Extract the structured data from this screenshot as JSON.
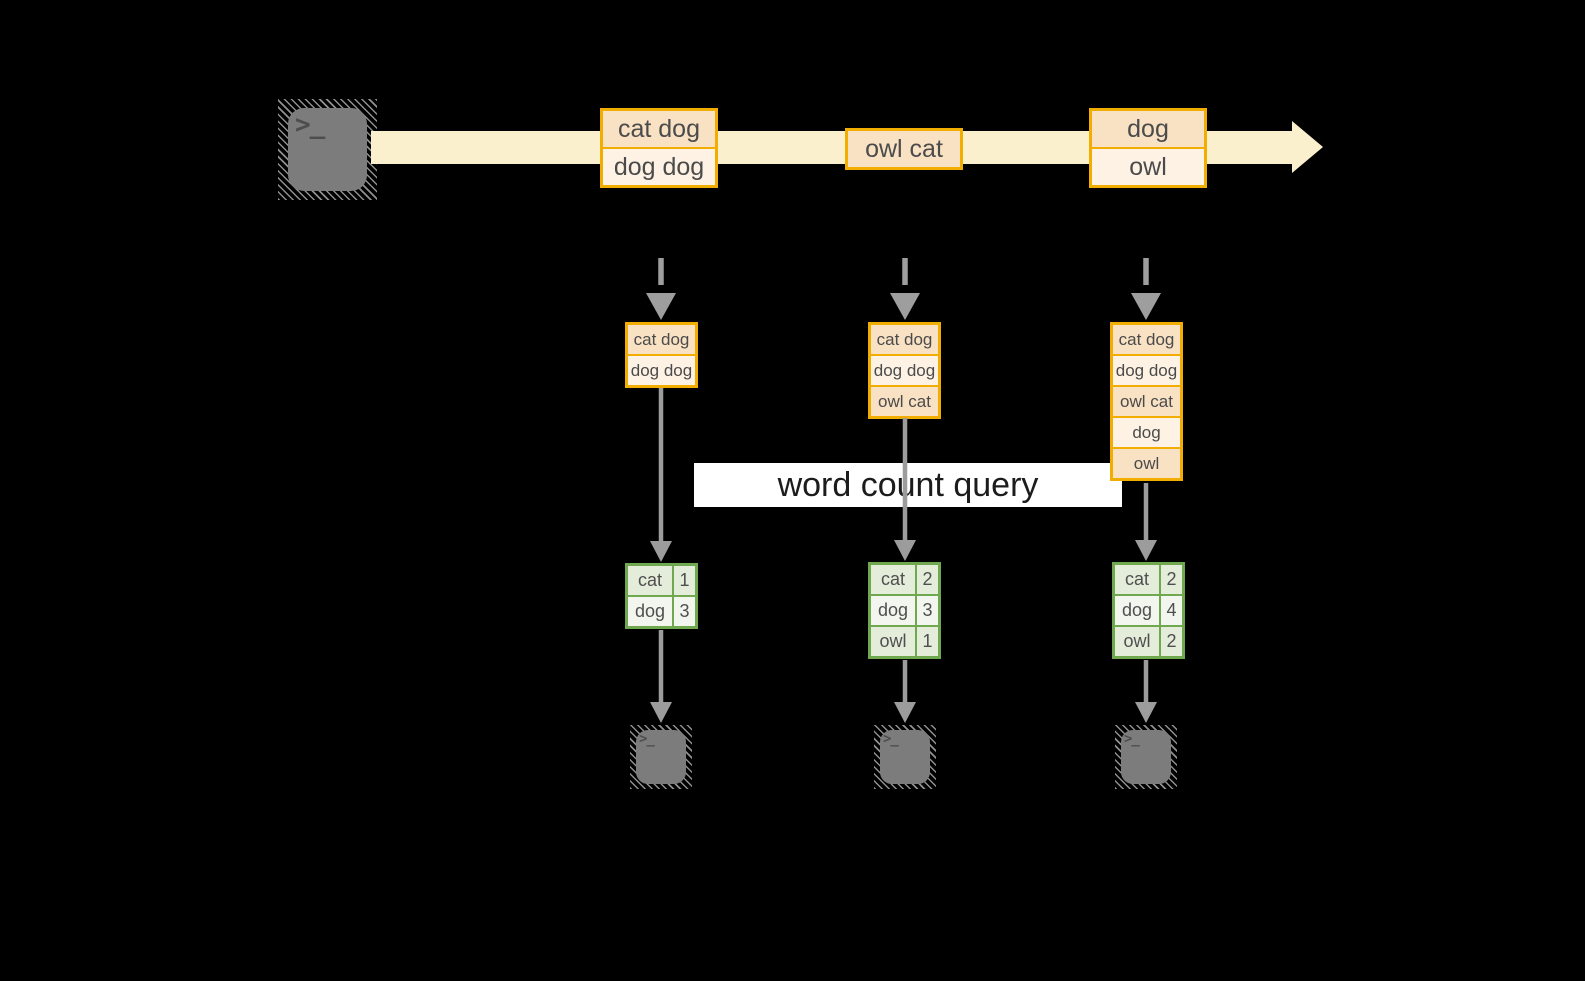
{
  "banner": {
    "label": "word count query"
  },
  "stream": {
    "source": {
      "icon": "terminal"
    },
    "events": [
      {
        "lines": [
          "cat dog",
          "dog dog"
        ]
      },
      {
        "lines": [
          "owl cat"
        ]
      },
      {
        "lines": [
          "dog",
          "owl"
        ]
      }
    ]
  },
  "windows": [
    {
      "rows": [
        "cat dog",
        "dog dog"
      ]
    },
    {
      "rows": [
        "cat dog",
        "dog dog",
        "owl cat"
      ]
    },
    {
      "rows": [
        "cat dog",
        "dog dog",
        "owl cat",
        "dog",
        "owl"
      ]
    }
  ],
  "results": [
    {
      "rows": [
        {
          "word": "cat",
          "count": "1"
        },
        {
          "word": "dog",
          "count": "3"
        }
      ]
    },
    {
      "rows": [
        {
          "word": "cat",
          "count": "2"
        },
        {
          "word": "dog",
          "count": "3"
        },
        {
          "word": "owl",
          "count": "1"
        }
      ]
    },
    {
      "rows": [
        {
          "word": "cat",
          "count": "2"
        },
        {
          "word": "dog",
          "count": "4"
        },
        {
          "word": "owl",
          "count": "2"
        }
      ]
    }
  ],
  "icons": {
    "prompt_glyph": ">_"
  },
  "colors": {
    "background": "#000000",
    "stream_band": "#fbf0ce",
    "event_border": "#f2ae00",
    "event_fill_dark": "#f9e1c3",
    "event_fill_light": "#fdf2e3",
    "table_border": "#6fa84e",
    "table_row_dark": "#e4ecda",
    "table_row_light": "#f3f6ee",
    "arrow_gray": "#9e9e9e",
    "terminal_gray": "#7c7c7c",
    "banner_bg": "#ffffff",
    "banner_text": "#1c1c1c"
  }
}
